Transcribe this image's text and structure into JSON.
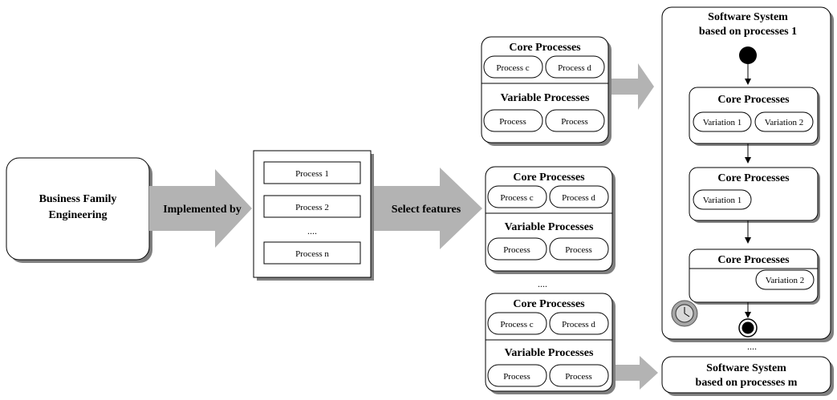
{
  "business": {
    "title_line1": "Business Family",
    "title_line2": "Engineering"
  },
  "arrows": {
    "implemented_by": "Implemented by",
    "select_features": "Select features"
  },
  "process_list": {
    "items": [
      "Process 1",
      "Process 2",
      "Process n"
    ],
    "ellipsis": "...."
  },
  "feature_sets": [
    {
      "core_title": "Core Processes",
      "core_items": [
        "Process c",
        "Process d"
      ],
      "variable_title": "Variable Processes",
      "variable_items": [
        "Process",
        "Process"
      ]
    },
    {
      "core_title": "Core Processes",
      "core_items": [
        "Process c",
        "Process d"
      ],
      "variable_title": "Variable Processes",
      "variable_items": [
        "Process",
        "Process"
      ]
    },
    {
      "core_title": "Core Processes",
      "core_items": [
        "Process c",
        "Process d"
      ],
      "variable_title": "Variable Processes",
      "variable_items": [
        "Process",
        "Process"
      ]
    }
  ],
  "feature_sets_ellipsis": "....",
  "software_system_1": {
    "title_line1": "Software System",
    "title_line2": "based on processes 1",
    "states": [
      {
        "title": "Core Processes",
        "variations": [
          "Variation 1",
          "Variation 2"
        ]
      },
      {
        "title": "Core Processes",
        "variations": [
          "Variation 1"
        ]
      },
      {
        "title": "Core Processes",
        "variations": [
          "Variation 2"
        ]
      }
    ]
  },
  "software_systems_ellipsis": "....",
  "software_system_m": {
    "title_line1": "Software System",
    "title_line2": "based on processes m"
  },
  "colors": {
    "arrow_fill": "#b3b3b3",
    "shadow": "#808080",
    "stroke": "#000000",
    "clock_fill": "#a6a6a6"
  },
  "icons": {
    "start": "filled-circle-start-icon",
    "end": "bullseye-end-icon",
    "clock": "clock-icon"
  }
}
